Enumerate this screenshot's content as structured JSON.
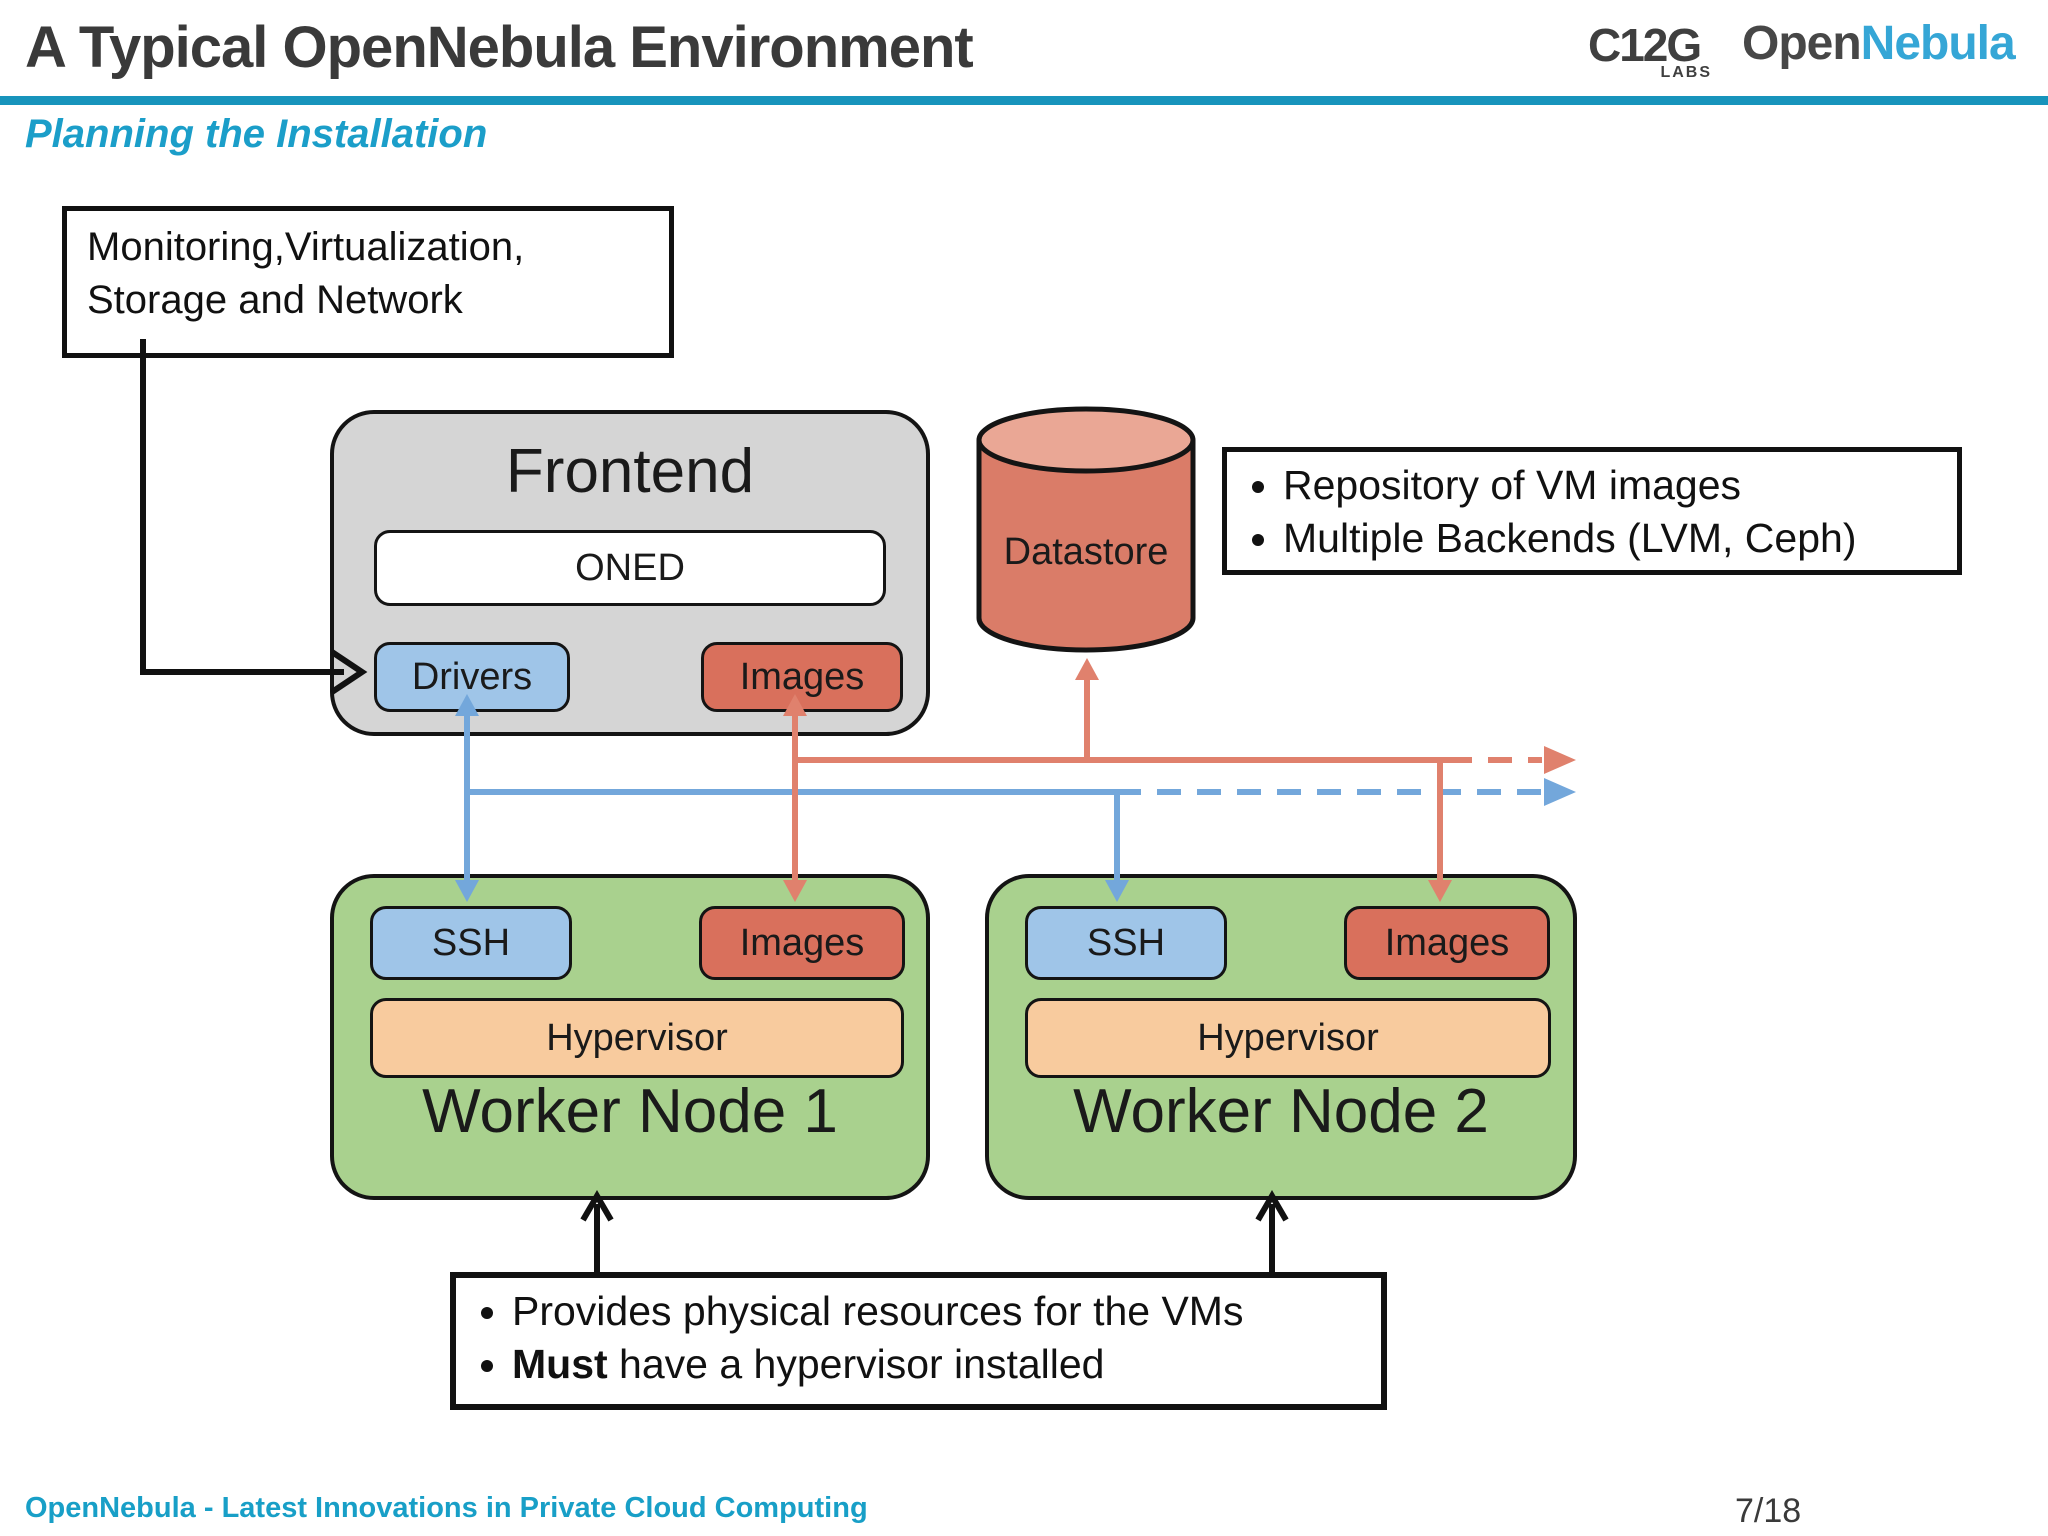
{
  "header": {
    "title": "A Typical OpenNebula Environment",
    "subtitle": "Planning the Installation",
    "logo": {
      "c12g": "C12G",
      "labs": "LABS",
      "open": "Open",
      "nebula": "Nebula"
    }
  },
  "diagram": {
    "monitoring_note": {
      "line1": "Monitoring,Virtualization,",
      "line2": "Storage and Network"
    },
    "frontend": {
      "title": "Frontend",
      "oned": "ONED",
      "drivers": "Drivers",
      "images": "Images"
    },
    "datastore": {
      "label": "Datastore"
    },
    "datastore_note": {
      "bullet1": "Repository of VM images",
      "bullet2": "Multiple Backends (LVM, Ceph)"
    },
    "worker_node_1": {
      "title": "Worker Node 1",
      "ssh": "SSH",
      "images": "Images",
      "hypervisor": "Hypervisor"
    },
    "worker_node_2": {
      "title": "Worker Node 2",
      "ssh": "SSH",
      "images": "Images",
      "hypervisor": "Hypervisor"
    },
    "worker_note": {
      "bullet1": "Provides physical resources for the VMs",
      "bullet2_bold": "Must",
      "bullet2_rest": " have a hypervisor installed"
    }
  },
  "footer": {
    "left": "OpenNebula - Latest Innovations in Private Cloud Computing",
    "page": "7/18"
  },
  "colors": {
    "teal_divider": "#1794bc",
    "cyan_heading": "#1b9ec9",
    "logo_cyan": "#35a6d6",
    "blue_box": "#9fc5e8",
    "blue_arrow": "#73a7db",
    "red_box": "#d9705c",
    "red_arrow": "#e0816d",
    "cylinder_body": "#da7c68",
    "cylinder_top": "#eaa795",
    "green_node": "#a9d18e",
    "tan_bar": "#f8cb9e",
    "gray_node": "#d5d5d5"
  }
}
